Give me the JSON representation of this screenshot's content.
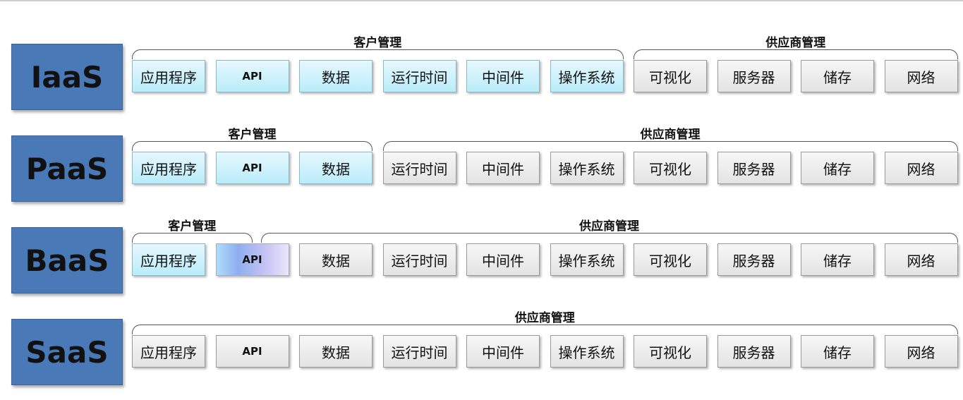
{
  "rows": [
    {
      "model": "IaaS",
      "groups": [
        {
          "label": "客户管理",
          "start": 0,
          "end": 5,
          "kind": "customer"
        },
        {
          "label": "供应商管理",
          "start": 6,
          "end": 9,
          "kind": "provider"
        }
      ],
      "cells": [
        {
          "text": "应用程序",
          "style": "cust"
        },
        {
          "text": "API",
          "style": "cust"
        },
        {
          "text": "数据",
          "style": "cust"
        },
        {
          "text": "运行时间",
          "style": "cust"
        },
        {
          "text": "中间件",
          "style": "cust"
        },
        {
          "text": "操作系统",
          "style": "cust"
        },
        {
          "text": "可视化",
          "style": "prov"
        },
        {
          "text": "服务器",
          "style": "prov"
        },
        {
          "text": "储存",
          "style": "prov"
        },
        {
          "text": "网络",
          "style": "prov"
        }
      ]
    },
    {
      "model": "PaaS",
      "groups": [
        {
          "label": "客户管理",
          "start": 0,
          "end": 2,
          "kind": "customer"
        },
        {
          "label": "供应商管理",
          "start": 3,
          "end": 9,
          "kind": "provider"
        }
      ],
      "cells": [
        {
          "text": "应用程序",
          "style": "cust"
        },
        {
          "text": "API",
          "style": "cust"
        },
        {
          "text": "数据",
          "style": "cust"
        },
        {
          "text": "运行时间",
          "style": "prov"
        },
        {
          "text": "中间件",
          "style": "prov"
        },
        {
          "text": "操作系统",
          "style": "prov"
        },
        {
          "text": "可视化",
          "style": "prov"
        },
        {
          "text": "服务器",
          "style": "prov"
        },
        {
          "text": "储存",
          "style": "prov"
        },
        {
          "text": "网络",
          "style": "prov"
        }
      ]
    },
    {
      "model": "BaaS",
      "groups": [
        {
          "label": "客户管理",
          "start": 0,
          "end": 1.5,
          "kind": "customer"
        },
        {
          "label": "供应商管理",
          "start": 1.5,
          "end": 9,
          "kind": "provider"
        }
      ],
      "cells": [
        {
          "text": "应用程序",
          "style": "cust"
        },
        {
          "text": "API",
          "style": "trans"
        },
        {
          "text": "数据",
          "style": "prov"
        },
        {
          "text": "运行时间",
          "style": "prov"
        },
        {
          "text": "中间件",
          "style": "prov"
        },
        {
          "text": "操作系统",
          "style": "prov"
        },
        {
          "text": "可视化",
          "style": "prov"
        },
        {
          "text": "服务器",
          "style": "prov"
        },
        {
          "text": "储存",
          "style": "prov"
        },
        {
          "text": "网络",
          "style": "prov"
        }
      ]
    },
    {
      "model": "SaaS",
      "groups": [
        {
          "label": "供应商管理",
          "start": 0,
          "end": 9,
          "kind": "provider"
        }
      ],
      "cells": [
        {
          "text": "应用程序",
          "style": "prov"
        },
        {
          "text": "API",
          "style": "prov"
        },
        {
          "text": "数据",
          "style": "prov"
        },
        {
          "text": "运行时间",
          "style": "prov"
        },
        {
          "text": "中间件",
          "style": "prov"
        },
        {
          "text": "操作系统",
          "style": "prov"
        },
        {
          "text": "可视化",
          "style": "prov"
        },
        {
          "text": "服务器",
          "style": "prov"
        },
        {
          "text": "储存",
          "style": "prov"
        },
        {
          "text": "网络",
          "style": "prov"
        }
      ]
    }
  ]
}
